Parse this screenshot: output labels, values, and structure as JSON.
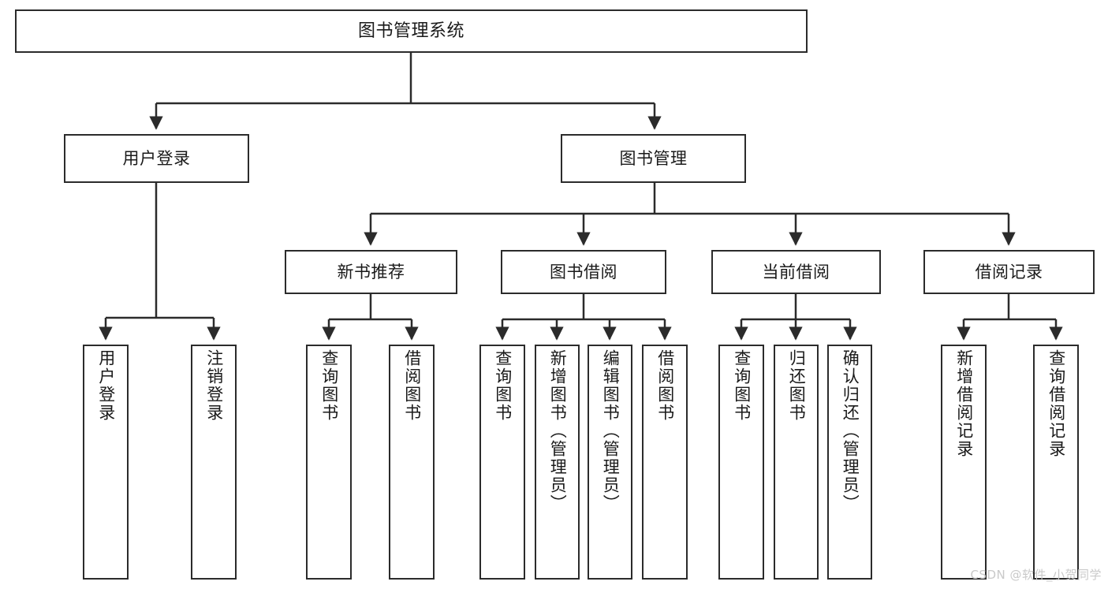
{
  "diagram": {
    "title": "图书管理系统",
    "type": "functional-structure-tree",
    "watermark": "CSDN @软件_小贺同学",
    "colors": {
      "box_stroke": "#2b2b2b",
      "box_fill": "#ffffff",
      "connector": "#2b2b2b",
      "text": "#1a1a1a",
      "watermark": "#c9c9c9"
    },
    "root": {
      "label": "图书管理系统"
    },
    "level2": [
      {
        "label": "用户登录"
      },
      {
        "label": "图书管理"
      }
    ],
    "level3": [
      {
        "label": "新书推荐"
      },
      {
        "label": "图书借阅"
      },
      {
        "label": "当前借阅"
      },
      {
        "label": "借阅记录"
      }
    ],
    "leaves": {
      "user_login": [
        {
          "label": "用户登录"
        },
        {
          "label": "注销登录"
        }
      ],
      "new_book_recommend": [
        {
          "label": "查询图书"
        },
        {
          "label": "借阅图书"
        }
      ],
      "book_borrow": [
        {
          "label": "查询图书"
        },
        {
          "label": "新增图书（管理员）"
        },
        {
          "label": "编辑图书（管理员）"
        },
        {
          "label": "借阅图书"
        }
      ],
      "current_borrow": [
        {
          "label": "查询图书"
        },
        {
          "label": "归还图书"
        },
        {
          "label": "确认归还（管理员）"
        }
      ],
      "borrow_record": [
        {
          "label": "新增借阅记录"
        },
        {
          "label": "查询借阅记录"
        }
      ]
    }
  }
}
